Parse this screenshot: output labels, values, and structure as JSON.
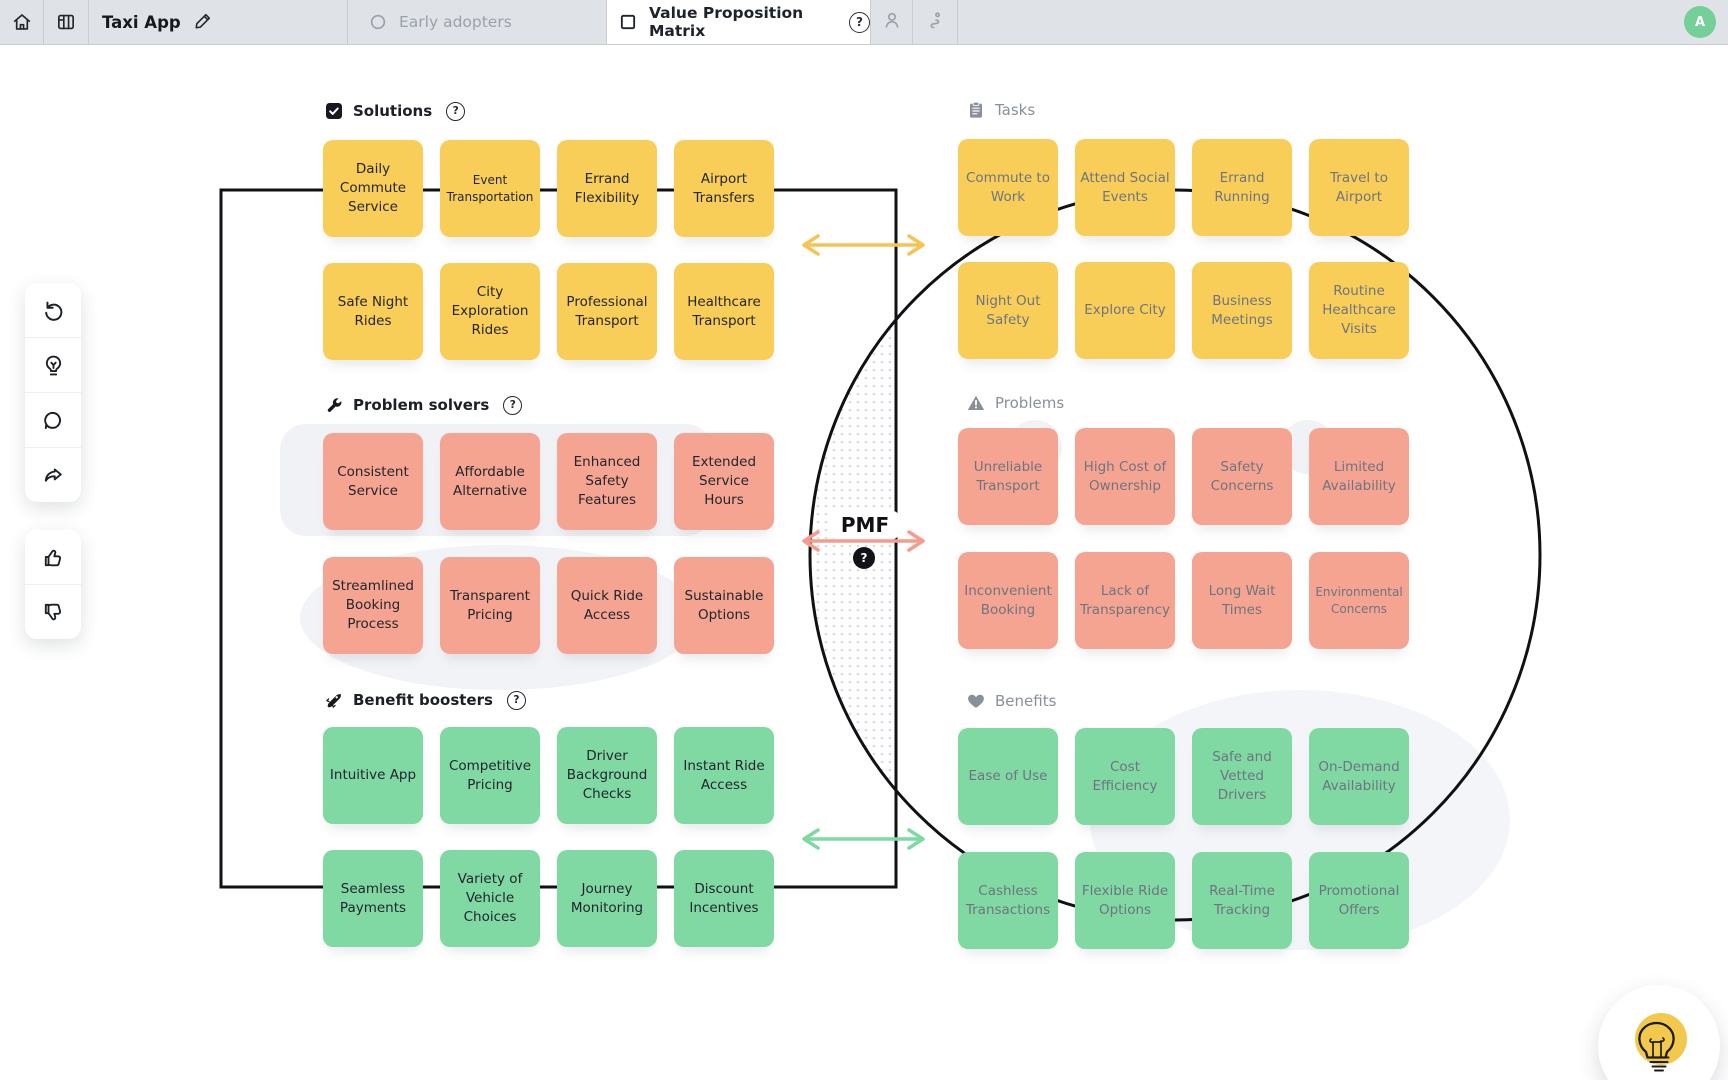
{
  "topbar": {
    "nav_icons": [
      {
        "name": "home-icon"
      },
      {
        "name": "board-icon"
      }
    ],
    "project": {
      "title": "Taxi App",
      "edit_icon": "pencil-icon"
    },
    "tabs": [
      {
        "label": "Early adopters",
        "icon": "circle-icon",
        "active": false
      },
      {
        "label": "Value Proposition Matrix",
        "icon": "square-icon",
        "active": true,
        "help": "?"
      }
    ],
    "icon_tabs": [
      {
        "name": "persona-icon"
      },
      {
        "name": "journey-icon"
      }
    ],
    "avatar": {
      "initial": "A",
      "color": "#74CF99"
    }
  },
  "toolbar": {
    "groups": [
      {
        "buttons": [
          {
            "name": "reset-icon"
          },
          {
            "name": "idea-icon"
          },
          {
            "name": "comment-icon"
          },
          {
            "name": "share-icon"
          }
        ]
      },
      {
        "buttons": [
          {
            "name": "thumbs-up-icon"
          },
          {
            "name": "thumbs-down-icon"
          }
        ]
      }
    ]
  },
  "matrix": {
    "pmf": {
      "label": "PMF",
      "help": "?"
    },
    "left": {
      "sections": [
        {
          "id": "solutions",
          "title": "Solutions",
          "icon": "checkbox-icon",
          "color": "yellow",
          "has_help": true,
          "notes": [
            "Daily Commute Service",
            "Event Transportation",
            "Errand Flexibility",
            "Airport Transfers",
            "Safe Night Rides",
            "City Exploration Rides",
            "Professional Transport",
            "Healthcare Transport"
          ]
        },
        {
          "id": "problem-solvers",
          "title": "Problem solvers",
          "icon": "wrench-icon",
          "color": "red",
          "has_help": true,
          "notes": [
            "Consistent Service",
            "Affordable Alternative",
            "Enhanced Safety Features",
            "Extended Service Hours",
            "Streamlined Booking Process",
            "Transparent Pricing",
            "Quick Ride Access",
            "Sustainable Options"
          ]
        },
        {
          "id": "benefit-boosters",
          "title": "Benefit boosters",
          "icon": "rocket-icon",
          "color": "green",
          "has_help": true,
          "notes": [
            "Intuitive App",
            "Competitive Pricing",
            "Driver Background Checks",
            "Instant Ride Access",
            "Seamless Payments",
            "Variety of Vehicle Choices",
            "Journey Monitoring",
            "Discount Incentives"
          ]
        }
      ]
    },
    "right": {
      "sections": [
        {
          "id": "tasks",
          "title": "Tasks",
          "icon": "clipboard-icon",
          "color": "yellow",
          "has_help": false,
          "notes": [
            "Commute to Work",
            "Attend Social Events",
            "Errand Running",
            "Travel to Airport",
            "Night Out Safety",
            "Explore City",
            "Business Meetings",
            "Routine Healthcare Visits"
          ]
        },
        {
          "id": "problems",
          "title": "Problems",
          "icon": "warning-icon",
          "color": "red",
          "has_help": false,
          "notes": [
            "Unreliable Transport",
            "High Cost of Ownership",
            "Safety Concerns",
            "Limited Availability",
            "Inconvenient Booking",
            "Lack of Transparency",
            "Long Wait Times",
            "Environmental Concerns"
          ]
        },
        {
          "id": "benefits",
          "title": "Benefits",
          "icon": "heart-icon",
          "color": "green",
          "has_help": false,
          "notes": [
            "Ease of Use",
            "Cost Efficiency",
            "Safe and Vetted Drivers",
            "On-Demand Availability",
            "Cashless Transactions",
            "Flexible Ride Options",
            "Real-Time Tracking",
            "Promotional Offers"
          ]
        }
      ]
    },
    "small_text_notes": [
      "Event Transportation",
      "Environmental Concerns"
    ]
  },
  "colors": {
    "note_yellow": "#F8CE58",
    "note_red": "#F5A491",
    "note_green": "#80D8A2",
    "left_text": "#23262E",
    "right_text": "#6E7580",
    "header_gray": "#8A9099",
    "arrow_yellow": "#F6C454",
    "arrow_red": "#F59C8C",
    "arrow_green": "#7ED9A2",
    "outline_black": "#101114",
    "avatar_green": "#74CF99"
  },
  "mascot": {
    "name": "lightbulb-mascot"
  }
}
